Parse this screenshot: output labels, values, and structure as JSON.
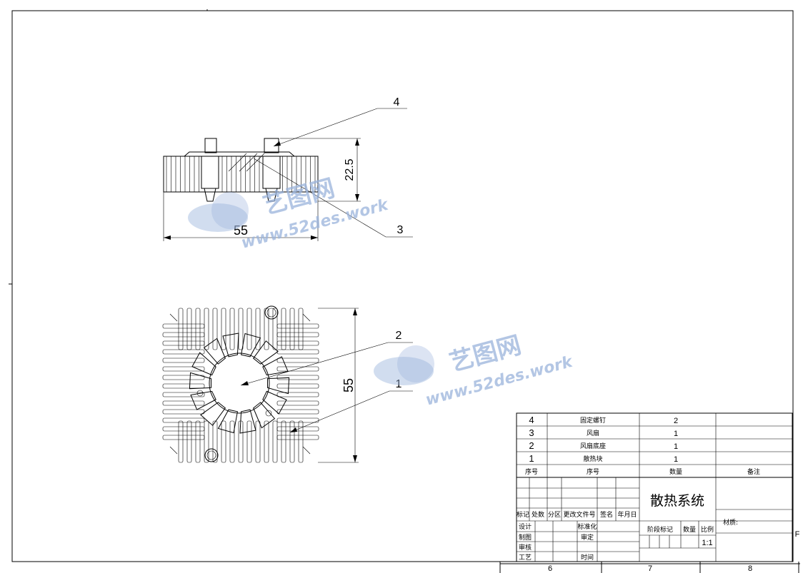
{
  "colors": {
    "line": "#000000",
    "watermark": "#9ab3dc",
    "background": "#ffffff"
  },
  "drawing": {
    "balloons": {
      "b1": "1",
      "b2": "2",
      "b3": "3",
      "b4": "4"
    },
    "dimensions": {
      "front_width": "55",
      "front_height": "22.5",
      "top_height": "55"
    }
  },
  "watermark": {
    "logo_text": "艺图网",
    "url": "www.52des.work"
  },
  "bom": {
    "rows": [
      {
        "no": "4",
        "name": "固定螺钉",
        "qty": "2",
        "note": ""
      },
      {
        "no": "3",
        "name": "风扇",
        "qty": "1",
        "note": ""
      },
      {
        "no": "2",
        "name": "风扇底座",
        "qty": "1",
        "note": ""
      },
      {
        "no": "1",
        "name": "散热块",
        "qty": "1",
        "note": ""
      }
    ],
    "header": {
      "no": "序号",
      "name": "序号",
      "qty": "数量",
      "note": "备注"
    }
  },
  "title_block": {
    "title": "散热系统",
    "material_label": "材质:",
    "rev_headers": [
      "标记",
      "处数",
      "分区",
      "更改文件号",
      "签名",
      "年月日"
    ],
    "design": "设计",
    "standard": "标准化",
    "draw": "制图",
    "review": "审定",
    "check": "审核",
    "process": "工艺",
    "date": "时间",
    "stage_label": "阶段标记",
    "weight_label": "数量",
    "scale_label": "比例",
    "scale": "1:1"
  },
  "border": {
    "zone_numbers": [
      "6",
      "7",
      "8"
    ],
    "zone_letter": "F"
  }
}
